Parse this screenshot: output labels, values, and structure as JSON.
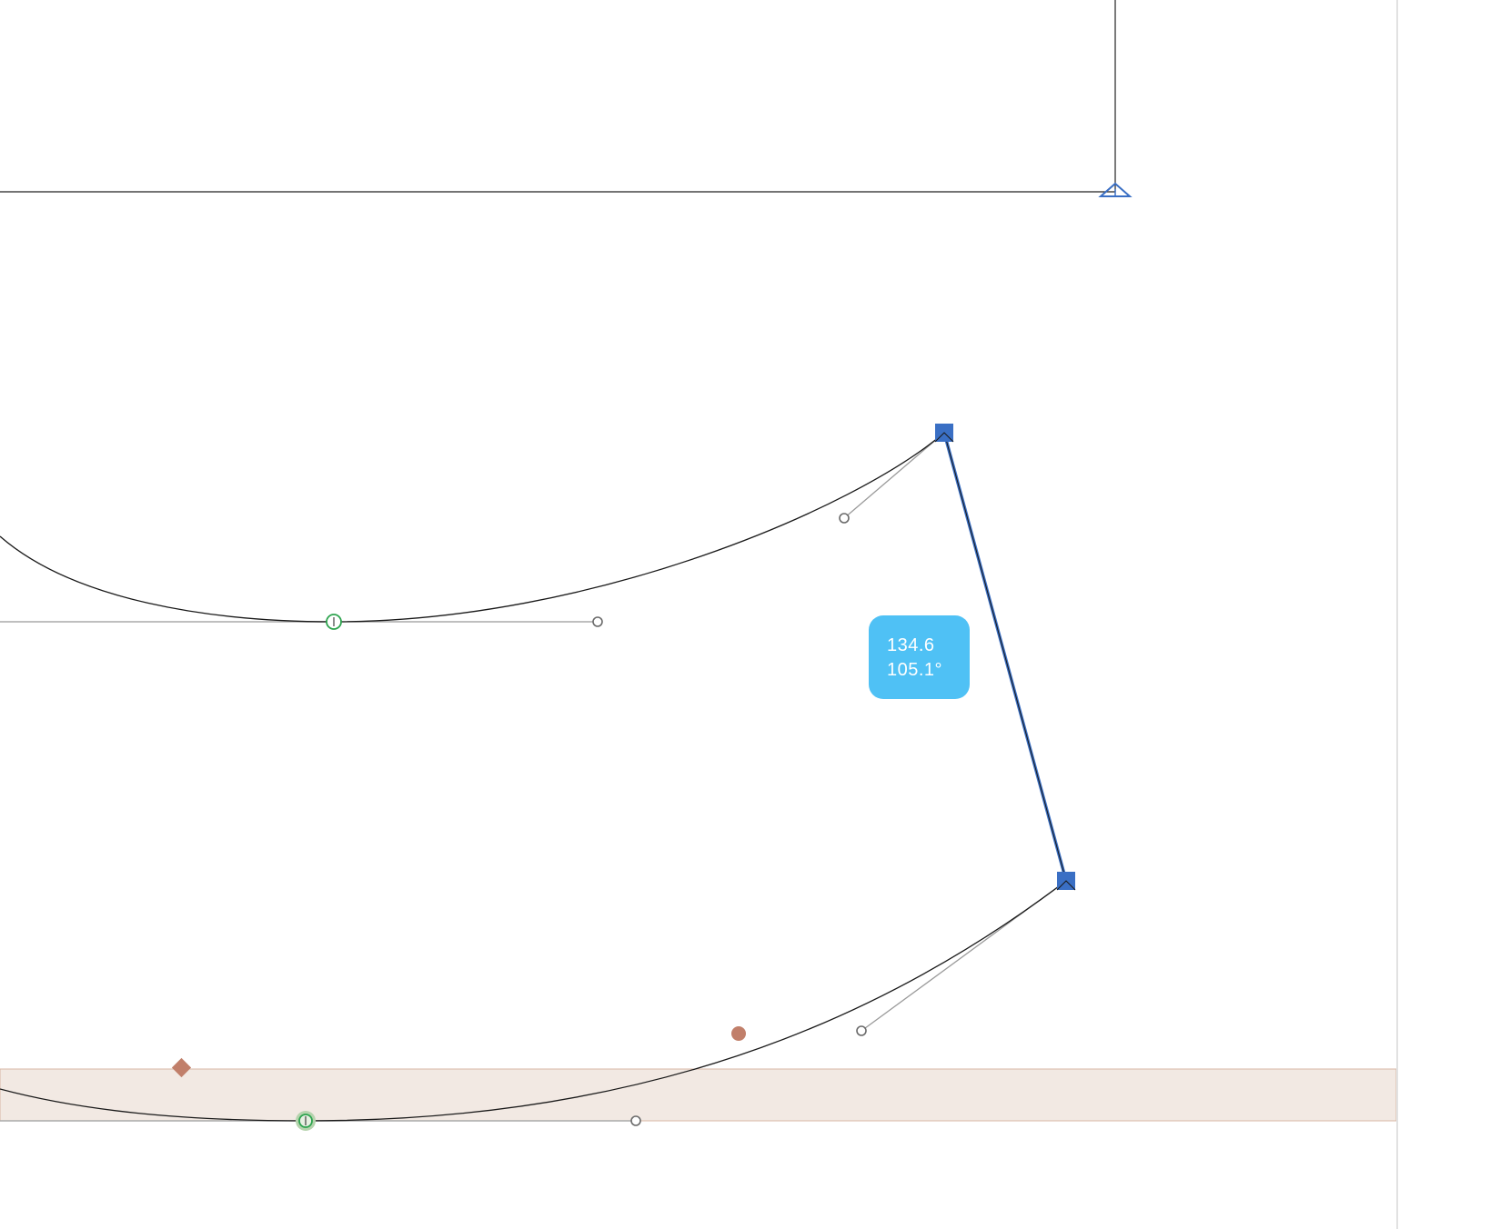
{
  "measure_tooltip": {
    "length": "134.6",
    "angle": "105.1°"
  },
  "colors": {
    "selection_blue": "#3a6fc4",
    "tooltip_bg": "#4fc1f5",
    "smooth_node_green": "#2ea44f",
    "anchor_brown": "#c17f6a",
    "zone_fill": "#f2e9e3",
    "curve_black": "#1a1a1a",
    "handle_grey": "#9a9a9a"
  },
  "icons": {
    "corner_node": "blue-square",
    "smooth_node": "green-circle",
    "off_curve_handle": "grey-hollow-circle",
    "anchor_diamond": "brown-diamond",
    "anchor_dot": "brown-dot",
    "origin_marker": "blue-triangle"
  }
}
